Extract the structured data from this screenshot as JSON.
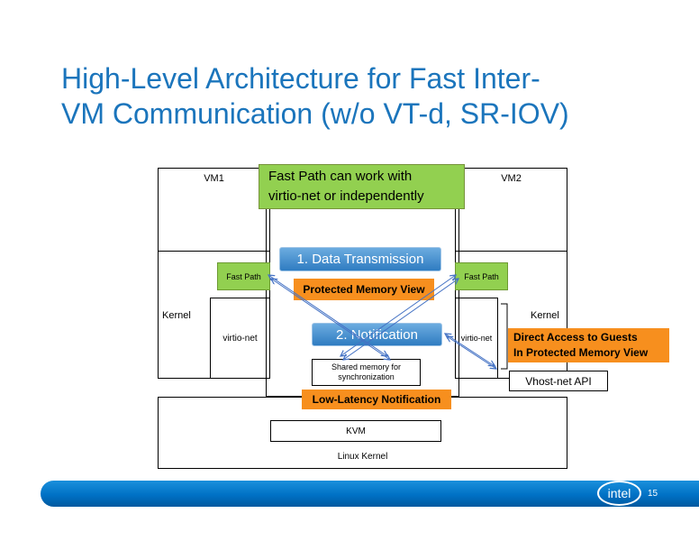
{
  "slide": {
    "title": [
      "High-Level Architecture for Fast Inter-",
      "VM Communication (w/o VT-d, SR-IOV)"
    ],
    "footer": {
      "logo": "intel",
      "page": "15"
    }
  },
  "diagram": {
    "vm1": {
      "title": "VM1",
      "kernel": "Kernel",
      "virtio": "virtio-net",
      "fast_path": "Fast Path"
    },
    "vm2": {
      "title": "VM2",
      "kernel": "Kernel",
      "virtio": "virtio-net",
      "fast_path": "Fast Path"
    },
    "callout": {
      "line1": "Fast Path can work with",
      "line2": "virtio-net or independently"
    },
    "steps": {
      "data_transmission": "1. Data Transmission",
      "notification": "2. Notification"
    },
    "labels": {
      "protected_memory": "Protected Memory View",
      "shared_memory_line1": "Shared memory for",
      "shared_memory_line2": "synchronization",
      "direct_access_line1": "Direct Access to Guests",
      "direct_access_line2": "In Protected Memory View",
      "vhost_api": "Vhost-net API",
      "low_latency": "Low-Latency Notification",
      "kvm": "KVM",
      "linux_kernel": "Linux Kernel"
    }
  },
  "colors": {
    "title": "#1B75BC",
    "green": "#92D050",
    "orange": "#F78F1E",
    "step_blue_top": "#6CACE0",
    "step_blue_bottom": "#2F7CC1",
    "arrow": "#4472C4",
    "footer_bar": "#0071C5"
  }
}
